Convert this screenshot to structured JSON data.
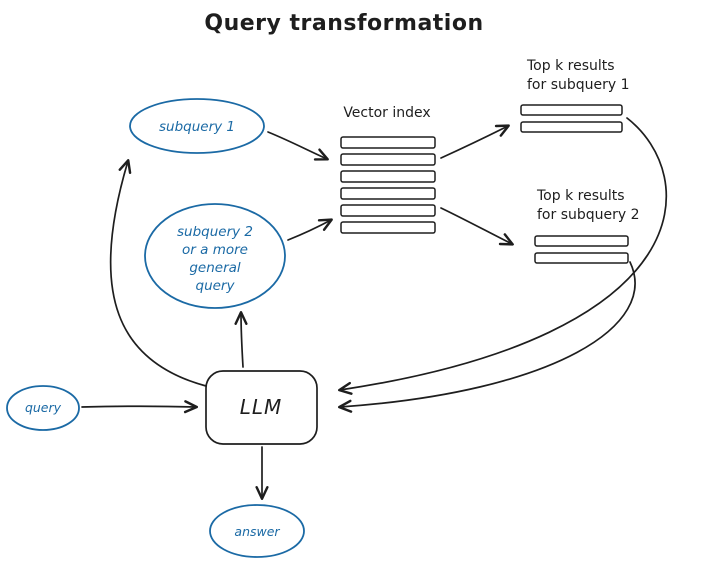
{
  "title": "Query transformation",
  "nodes": {
    "subquery1": {
      "label": "subquery 1"
    },
    "subquery2": {
      "lines": [
        "subquery 2",
        "or a more",
        "general",
        "query"
      ]
    },
    "vector_index": {
      "label": "Vector index",
      "bar_count": 6
    },
    "topk1": {
      "lines": [
        "Top k results",
        "for subquery 1"
      ],
      "bar_count": 2
    },
    "topk2": {
      "lines": [
        "Top k results",
        "for subquery 2"
      ],
      "bar_count": 2
    },
    "llm": {
      "label": "LLM"
    },
    "query": {
      "label": "query"
    },
    "answer": {
      "label": "answer"
    }
  },
  "colors": {
    "accent_blue": "#1b6aa5",
    "ink": "#1e1e1e",
    "background": "#ffffff"
  }
}
